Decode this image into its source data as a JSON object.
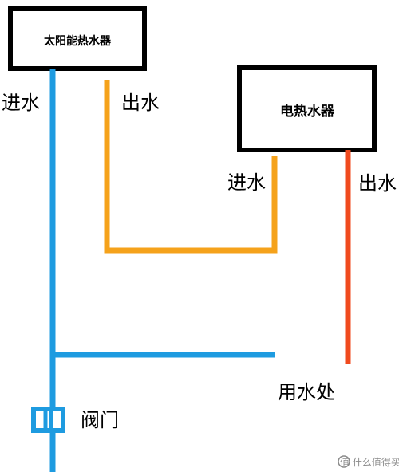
{
  "boxes": {
    "solar_heater": {
      "label": "太阳能热水器"
    },
    "electric_heater": {
      "label": "电热水器"
    }
  },
  "labels": {
    "solar_inlet": "进水",
    "solar_outlet": "出水",
    "electric_inlet": "进水",
    "electric_outlet": "出水",
    "usage_point": "用水处",
    "valve": "阀门"
  },
  "watermark": {
    "text": "值 什么值得买"
  },
  "colors": {
    "cold_water_pipe": "#1e9be0",
    "warm_water_pipe": "#f5a21b",
    "hot_water_pipe": "#f04a1e",
    "valve": "#1e9be0",
    "box_border": "#000000",
    "background": "#ffffff"
  },
  "icons": {
    "valve": "valve-icon",
    "watermark": "brand-logo-icon"
  }
}
